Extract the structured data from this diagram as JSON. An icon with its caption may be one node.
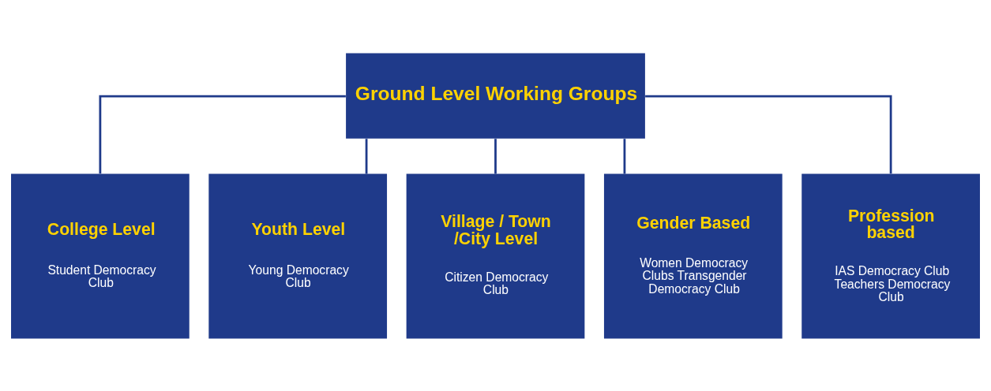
{
  "diagram": {
    "nodes": [
      {
        "text": [
          "Ground Level Working Groups"
        ]
      },
      {
        "text": [
          "College Level",
          "Student Democracy Club"
        ]
      },
      {
        "text": [
          "Youth Level",
          "Young Democracy Club"
        ]
      },
      {
        "text": [
          "Village / Town /City Level",
          "Citizen Democracy Club"
        ]
      },
      {
        "text": [
          "Gender Based",
          "Women Democracy Clubs Transgender Democracy Club"
        ]
      },
      {
        "text": [
          "Profession based",
          "IAS Democracy Club Teachers Democracy Club"
        ]
      }
    ],
    "edges": [
      {
        "from": 0,
        "to": 1,
        "arrow": "none"
      },
      {
        "from": 0,
        "to": 2,
        "arrow": "none"
      },
      {
        "from": 0,
        "to": 3,
        "arrow": "none"
      },
      {
        "from": 0,
        "to": 4,
        "arrow": "none"
      },
      {
        "from": 0,
        "to": 5,
        "arrow": "none"
      }
    ]
  }
}
